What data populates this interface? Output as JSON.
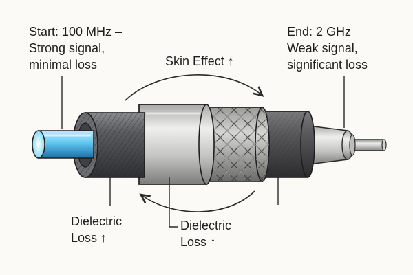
{
  "labels": {
    "start": {
      "line1": "Start: 100 MHz –",
      "line2": "Strong signal,",
      "line3": "minimal loss"
    },
    "end": {
      "line1": "End: 2 GHz",
      "line2": "Weak signal,",
      "line3": "significant loss"
    },
    "skin_effect": "Skin Effect ↑",
    "dielectric_left": {
      "line1": "Dielectric",
      "line2": "Loss ↑"
    },
    "dielectric_right": {
      "line1": "Dielectric",
      "line2": "Loss ↑"
    }
  },
  "colors": {
    "center_conductor": "#5fc6ef",
    "dielectric_core": "#55575c",
    "metal_ferrule": "#c9c9c7",
    "braid_shield": "#8c8c8a",
    "outer_jacket": "#4a4a4c",
    "connector_pin": "#b9b9b7",
    "line_ink": "#2a2a2a"
  }
}
